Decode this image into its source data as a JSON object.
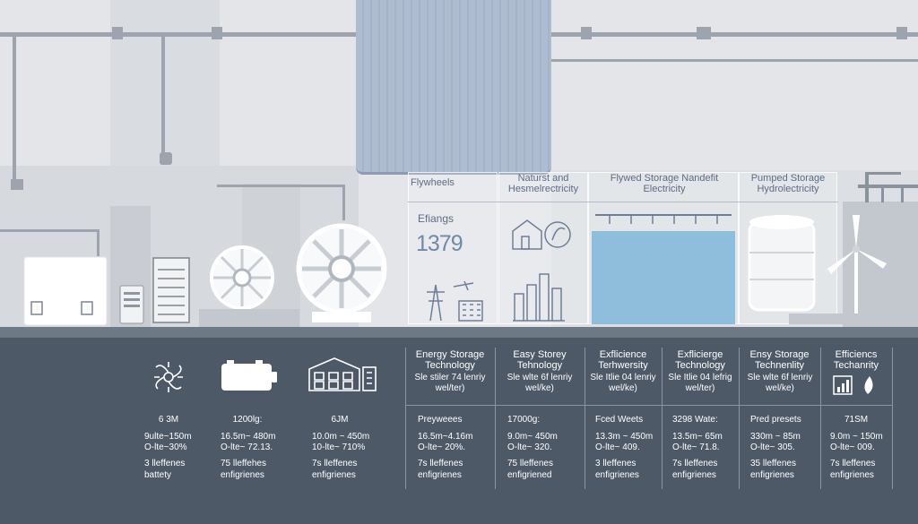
{
  "scene": {
    "cards": [
      {
        "header": "Flywheels",
        "label": "Efiangs",
        "value": "1379"
      },
      {
        "header": "Naturst and Hesmelrectricity"
      },
      {
        "header": "Flywed Storage Nandefit Electricity"
      },
      {
        "header": "Pumped Storage Hydrolectricity"
      }
    ]
  },
  "panel": {
    "left_columns": [
      {
        "icon": "turbine-fan-icon",
        "value": "6 3M",
        "line1": "9ulte~150m",
        "line2": "O-lte~30%",
        "line3": "3 lleffenes",
        "line4": "battety"
      },
      {
        "icon": "battery-icon",
        "value": "1200lg:",
        "line1": "16.5m~ 480m",
        "line2": "O-lte~ 72.13.",
        "line3": "75 lleffehes",
        "line4": "enfigrienes"
      },
      {
        "icon": "grid-building-icon",
        "value": "6JM",
        "line1": "10.0m ~ 450m",
        "line2": "10-lte~ 710%",
        "line3": "7s lleffenes",
        "line4": "enfigrienes"
      }
    ],
    "columns": [
      {
        "header": "Energy Storage Technology",
        "desc": "Sle stiler 74 lenriy wel/ter)",
        "name": "Preyweees",
        "line1": "16.5m~4.16m",
        "line2": "O-lte~ 20%.",
        "line3": "7s lleffenes",
        "line4": "enfigrienes"
      },
      {
        "header": "Easy Storey Tehnology",
        "desc": "Sle wlte 6f lenriy wel/ke)",
        "name": "17000g:",
        "line1": "9.0m~ 450m",
        "line2": "O-lte~ 320.",
        "line3": "75 lleffenes",
        "line4": "enfigriened"
      },
      {
        "header": "Exflicience Terhwersity",
        "desc": "Sle Itlie 04 lenriy wel/ke)",
        "name": "Fced Weets",
        "line1": "13.3m ~ 450m",
        "line2": "O-lte~ 409.",
        "line3": "3 lleffenes",
        "line4": "enfigrienes"
      },
      {
        "header": "Exflicierge Technology",
        "desc": "Sle Itlie 04 lefrig wel/ter)",
        "name": "3298 Wate:",
        "line1": "13.5m~ 65m",
        "line2": "O-lte~ 71.8.",
        "line3": "7s lleffenes",
        "line4": "enfigrienes"
      },
      {
        "header": "Ensy Storage Technenlity",
        "desc": "Sle wlte 6f lenriy wel/ke)",
        "name": "Pred presets",
        "line1": "330m ~ 85m",
        "line2": "O-lte~ 305.",
        "line3": "35 lleffenes",
        "line4": "enfigrienes"
      },
      {
        "header": "Efficiencs Techanrity",
        "desc": "",
        "name": "71SM",
        "line1": "9.0m ~ 150m",
        "line2": "O-lte~ 009.",
        "line3": "7s lleffenes",
        "line4": "enfigrienes"
      }
    ]
  },
  "colors": {
    "panel": "#4e5968",
    "water": "#8fbddc",
    "accent": "#6f8aa8"
  }
}
